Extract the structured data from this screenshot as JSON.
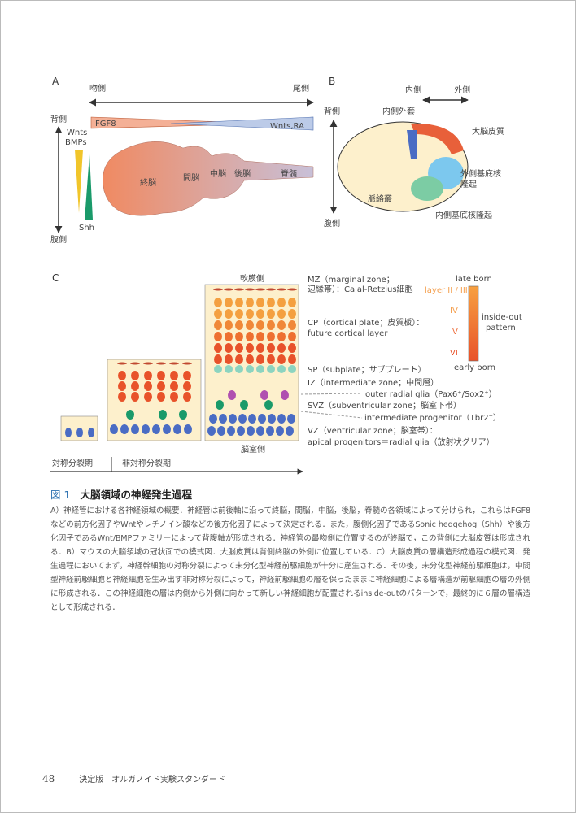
{
  "panelA": {
    "label": "A",
    "rostral": "吻側",
    "caudal": "尾側",
    "dorsal": "背側",
    "ventral": "腹側",
    "fgf8": "FGF8",
    "wnts_ra": "Wnts,RA",
    "wnts": "Wnts",
    "bmps": "BMPs",
    "shh": "Shh",
    "regions": [
      "終脳",
      "間脳",
      "中脳",
      "後脳",
      "脊髄"
    ]
  },
  "panelB": {
    "label": "B",
    "medial": "内側",
    "lateral": "外側",
    "dorsal": "背側",
    "ventral": "腹側",
    "medial_pallium": "内側外套",
    "cortex": "大脳皮質",
    "lge": "外側基底核隆起",
    "lge2": "隆起",
    "lge1": "外側基底核",
    "choroid": "脈絡叢",
    "mge": "内側基底核隆起"
  },
  "panelC": {
    "label": "C",
    "pial": "軟膜側",
    "ventricular": "脳室側",
    "symmetric": "対称分裂期",
    "asymmetric": "非対称分裂期",
    "mz1": "MZ（marginal zone；",
    "mz2": "辺縁帯）：Cajal-Retzius細胞",
    "cp1": "CP（cortical plate；皮質板）：",
    "cp2": "future cortical layer",
    "sp": "SP（subplate；サブプレート）",
    "iz": "IZ（intermediate zone；中間層）",
    "org": "outer radial glia（Pax6⁺/Sox2⁺）",
    "svz": "SVZ（subventricular zone；脳室下帯）",
    "ip": "intermediate progenitor（Tbr2⁺）",
    "vz1": "VZ（ventricular zone；脳室帯）：",
    "vz2": "apical progenitors＝radial glia（放射状グリア）",
    "late_born": "late born",
    "early_born": "early born",
    "layers": [
      "layer II / III",
      "IV",
      "V",
      "VI"
    ],
    "inside_out1": "inside-out",
    "inside_out2": "pattern"
  },
  "caption": {
    "number": "図 1",
    "title": "大脳領域の神経発生過程",
    "body": "A）神経管における各神経領域の概要．神経管は前後軸に沿って終脳，間脳，中脳，後脳，脊髄の各領域によって分けられ，これらはFGF8などの前方化因子やWntやレチノイン酸などの後方化因子によって決定される．また，腹側化因子であるSonic hedgehog（Shh）や後方化因子であるWnt/BMPファミリーによって背腹軸が形成される．神経管の最吻側に位置するのが終脳で，この背側に大脳皮質は形成される．B）マウスの大脳領域の冠状面での模式図．大脳皮質は背側終脳の外側に位置している．C）大脳皮質の層構造形成過程の模式図．発生過程においてまず，神経幹細胞の対称分裂によって未分化型神経前駆細胞が十分に産生される．その後，未分化型神経前駆細胞は，中間型神経前駆細胞と神経細胞を生み出す非対称分裂によって，神経前駆細胞の層を保ったままに神経細胞による層構造が前駆細胞の層の外側に形成される．この神経細胞の層は内側から外側に向かって新しい神経細胞が配置されるinside-outのパターンで，最終的に６層の層構造として形成される．"
  },
  "footer": {
    "page": "48",
    "title": "決定版　オルガノイド実験スタンダード"
  },
  "colors": {
    "accent": "#2a6fb0",
    "orange": "#e8744a",
    "blue": "#4a6cc4",
    "green": "#1a9a6a",
    "cream": "#fdf0cc"
  }
}
